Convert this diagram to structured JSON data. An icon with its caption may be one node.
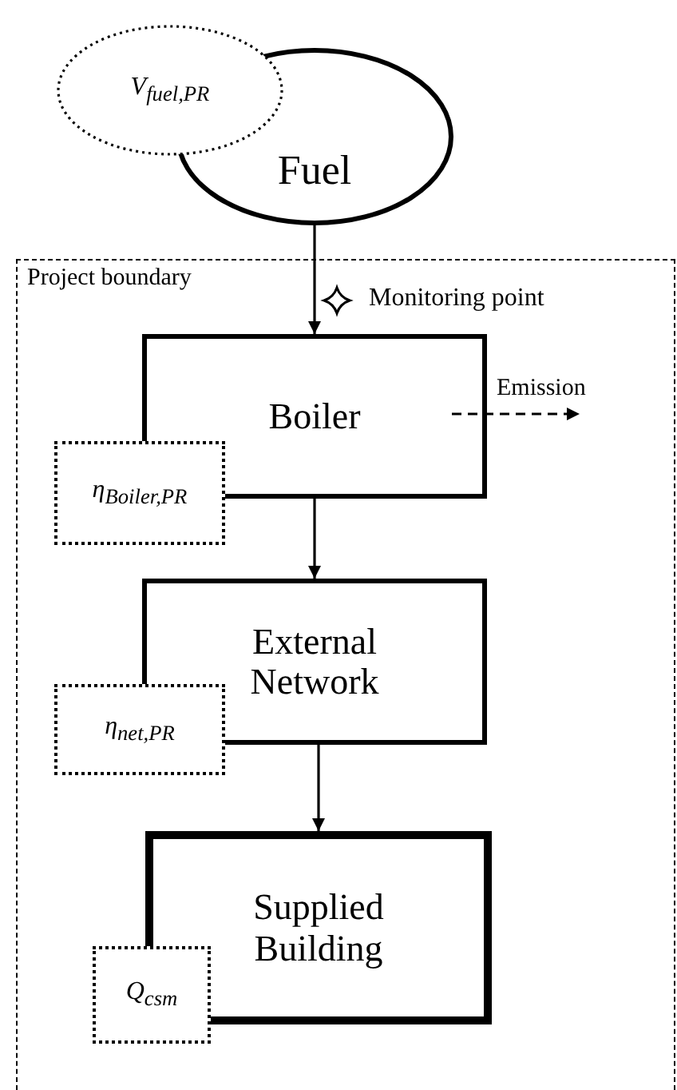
{
  "diagram": {
    "nodes": [
      {
        "text": [
          "Fuel"
        ]
      },
      {
        "text": [
          "V$_{fuel,PR}$"
        ]
      },
      {
        "text": [
          "Project boundary"
        ]
      },
      {
        "text": [
          "Boiler"
        ],
        "in": 2
      },
      {
        "text": [
          "η$_{Boiler,PR}$"
        ],
        "in": 2
      },
      {
        "text": [
          "External Network"
        ],
        "in": 2
      },
      {
        "text": [
          "η$_{net,PR}$"
        ],
        "in": 2
      },
      {
        "text": [
          "Supplied Building"
        ],
        "in": 2
      },
      {
        "text": [
          "Q$_{csm}$"
        ],
        "in": 2
      }
    ],
    "edges": [
      {
        "from": 0,
        "to": 3,
        "arrow": "to"
      },
      {
        "from": 3,
        "to": 5,
        "arrow": "to"
      },
      {
        "from": 5,
        "to": 7,
        "arrow": "to"
      },
      {
        "from": 3,
        "to": null,
        "arrow": "to",
        "label": "Emission",
        "style": "dashed"
      }
    ],
    "labels": [
      "Monitoring point"
    ]
  }
}
